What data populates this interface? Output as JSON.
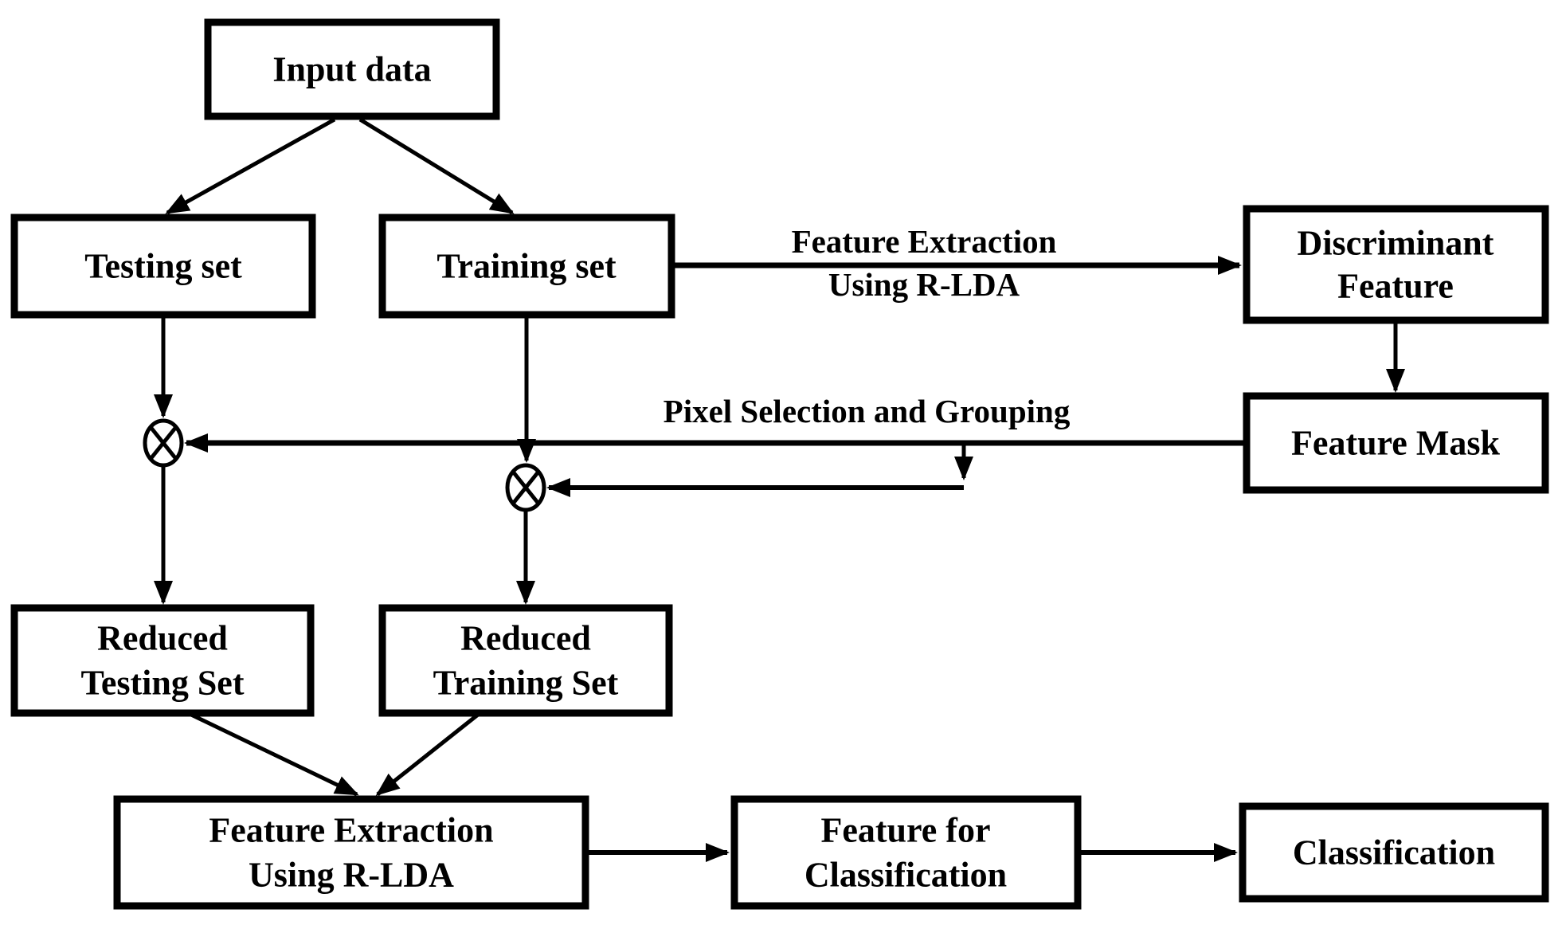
{
  "diagram": {
    "description": "Flowchart of a face-recognition pipeline using R-LDA feature extraction with pixel selection and grouping",
    "colors": {
      "background": "#ffffff",
      "stroke": "#000000",
      "box_fill": "#ffffff",
      "text": "#000000"
    },
    "nodes": {
      "input_data": {
        "label": "Input data"
      },
      "testing_set": {
        "label": "Testing set"
      },
      "training_set": {
        "label": "Training set"
      },
      "discriminant_feature": {
        "lines": [
          "Discriminant",
          "Feature"
        ]
      },
      "feature_mask": {
        "label": "Feature Mask"
      },
      "reduced_testing_set": {
        "lines": [
          "Reduced",
          "Testing Set"
        ]
      },
      "reduced_training_set": {
        "lines": [
          "Reduced",
          "Training Set"
        ]
      },
      "feature_extraction_rlda": {
        "lines": [
          "Feature Extraction",
          "Using R-LDA"
        ]
      },
      "feature_for_classification": {
        "lines": [
          "Feature for",
          "Classification"
        ]
      },
      "classification": {
        "label": "Classification"
      }
    },
    "operators": {
      "testing_multiply": {
        "icon": "circled-times-multiply-icon",
        "symbol": "⊗"
      },
      "training_multiply": {
        "icon": "circled-times-multiply-icon",
        "symbol": "⊗"
      }
    },
    "edge_labels": {
      "feature_extraction_arrow": {
        "lines": [
          "Feature Extraction",
          "Using R-LDA"
        ]
      },
      "pixel_selection_arrow": {
        "label": "Pixel Selection and Grouping"
      }
    },
    "edges": [
      {
        "from": "input_data",
        "to": "testing_set"
      },
      {
        "from": "input_data",
        "to": "training_set"
      },
      {
        "from": "testing_set",
        "to": "testing_multiply"
      },
      {
        "from": "training_set",
        "to": "training_multiply"
      },
      {
        "from": "training_set",
        "to": "discriminant_feature",
        "label": "Feature Extraction Using R-LDA"
      },
      {
        "from": "discriminant_feature",
        "to": "feature_mask"
      },
      {
        "from": "feature_mask",
        "to": "testing_multiply",
        "label": "Pixel Selection and Grouping"
      },
      {
        "from": "feature_mask",
        "to": "training_multiply",
        "label": "Pixel Selection and Grouping"
      },
      {
        "from": "testing_multiply",
        "to": "reduced_testing_set"
      },
      {
        "from": "training_multiply",
        "to": "reduced_training_set"
      },
      {
        "from": "reduced_testing_set",
        "to": "feature_extraction_rlda"
      },
      {
        "from": "reduced_training_set",
        "to": "feature_extraction_rlda"
      },
      {
        "from": "feature_extraction_rlda",
        "to": "feature_for_classification"
      },
      {
        "from": "feature_for_classification",
        "to": "classification"
      }
    ]
  }
}
